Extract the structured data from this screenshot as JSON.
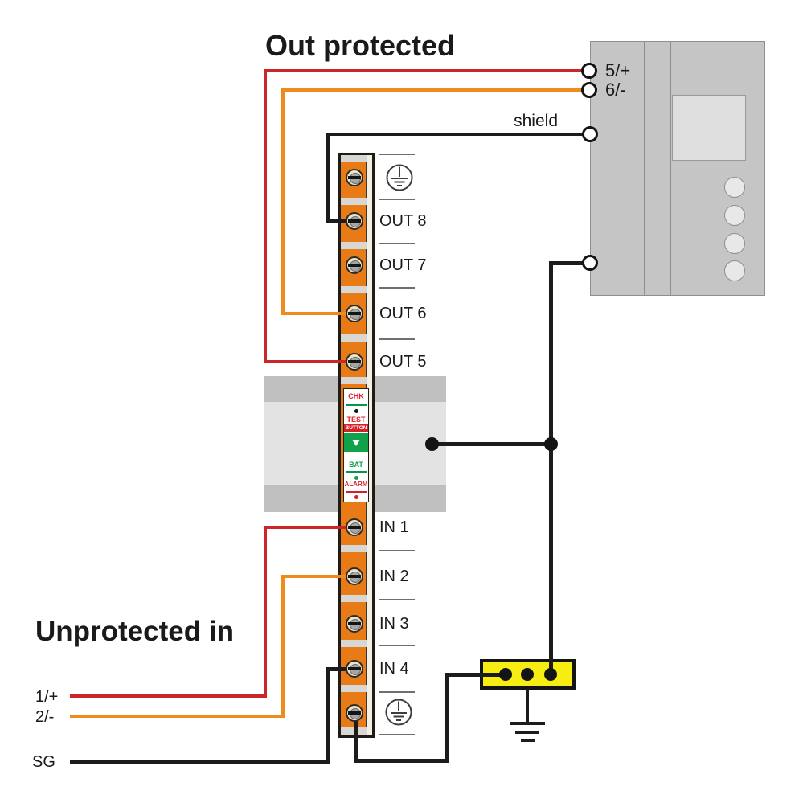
{
  "titles": {
    "out_protected": "Out protected",
    "unprotected_in": "Unprotected in"
  },
  "controller": {
    "terminals": [
      {
        "label": "5/+"
      },
      {
        "label": "6/-"
      },
      {
        "label": "shield"
      },
      {
        "label": ""
      }
    ],
    "button_count": 4
  },
  "protector": {
    "out_terminals": [
      {
        "label": "OUT 8"
      },
      {
        "label": "OUT 7"
      },
      {
        "label": "OUT 6"
      },
      {
        "label": "OUT 5"
      }
    ],
    "in_terminals": [
      {
        "label": "IN 1"
      },
      {
        "label": "IN 2"
      },
      {
        "label": "IN 3"
      },
      {
        "label": "IN 4"
      }
    ],
    "panel": {
      "chk": "CHK",
      "test": "TEST",
      "button": "BUTTON",
      "bat": "BAT",
      "alarm": "ALARM"
    },
    "ground_icons": [
      "protective-earth-top",
      "protective-earth-bottom"
    ]
  },
  "unprotected_inputs": [
    {
      "label": "1/+"
    },
    {
      "label": "2/-"
    },
    {
      "label": "SG"
    }
  ],
  "colors": {
    "wire_red": "#cb2628",
    "wire_orange": "#ee8b1f",
    "wire_black": "#1c1c1c",
    "strip_orange": "#e97b17",
    "rail_gray": "#c0c0c0",
    "device_gray": "#c5c5c5",
    "bus_yellow": "#f6ee12",
    "indicator_green": "#12a14b",
    "indicator_red": "#e0212a"
  }
}
